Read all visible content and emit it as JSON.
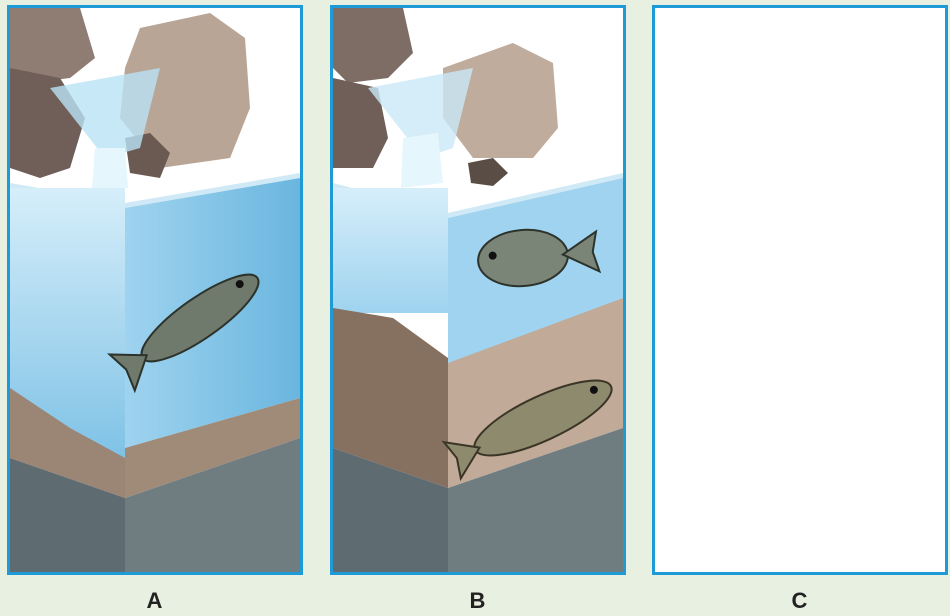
{
  "panels": [
    {
      "label": "A"
    },
    {
      "label": "B"
    },
    {
      "label": "C"
    }
  ],
  "colors": {
    "background": "#e8f0e1",
    "frame": "#1e9ad6",
    "water": "#8fcbe8",
    "sediment": "#9b8574",
    "rock": "#5e6b70",
    "boulder": "#b59f8f"
  }
}
